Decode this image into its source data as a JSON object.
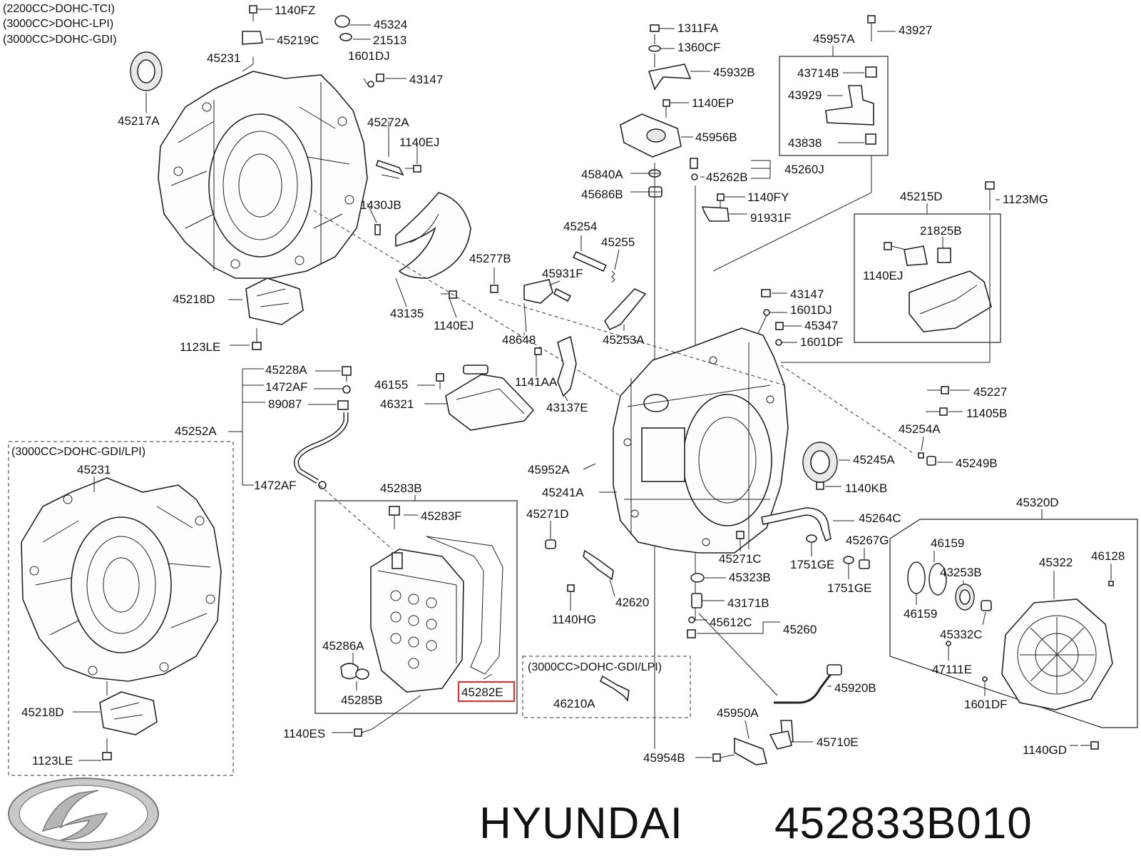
{
  "notes": {
    "engine1": "(2200CC>DOHC-TCI)",
    "engine2": "(3000CC>DOHC-LPI)",
    "engine3": "(3000CC>DOHC-GDI)",
    "variant_gdi_lpi": "(3000CC>DOHC-GDI/LPI)",
    "variant_small": "(3000CC>DOHC-GDI/LPI)"
  },
  "brand": "HYUNDAI",
  "part_number": "452833B010",
  "highlighted_label": "45282E",
  "labels": {
    "l1140FZ": "1140FZ",
    "l45324": "45324",
    "l45219C": "45219C",
    "l21513": "21513",
    "l45231a": "45231",
    "l1601DJa": "1601DJ",
    "l43147a": "43147",
    "l45217A": "45217A",
    "l45272A": "45272A",
    "l1140EJa": "1140EJ",
    "l1430JB": "1430JB",
    "l45218Da": "45218D",
    "l43135": "43135",
    "l1140EJb": "1140EJ",
    "l1123LEa": "1123LE",
    "l1311FA": "1311FA",
    "l1360CF": "1360CF",
    "l45932B": "45932B",
    "l1140EP": "1140EP",
    "l45956B": "45956B",
    "l45840A": "45840A",
    "l45262B": "45262B",
    "l45260J": "45260J",
    "l45686B": "45686B",
    "l1140FY": "1140FY",
    "l91931F": "91931F",
    "l45957A": "45957A",
    "l43927": "43927",
    "l43714B": "43714B",
    "l43929": "43929",
    "l43838": "43838",
    "l45215D": "45215D",
    "l1123MG": "1123MG",
    "l21825B": "21825B",
    "l1140EJc": "1140EJ",
    "l45254": "45254",
    "l45255": "45255",
    "l45277B": "45277B",
    "l45931F": "45931F",
    "l48648": "48648",
    "l45253A": "45253A",
    "l43147b": "43147",
    "l1601DJb": "1601DJ",
    "l45347": "45347",
    "l1601DF": "1601DF",
    "l45228A": "45228A",
    "l1472AFa": "1472AF",
    "l89087": "89087",
    "l45252A": "45252A",
    "l1472AFb": "1472AF",
    "l46155": "46155",
    "l46321": "46321",
    "l1141AA": "1141AA",
    "l43137E": "43137E",
    "l45227": "45227",
    "l11405B": "11405B",
    "l45254A": "45254A",
    "l45249B": "45249B",
    "l45245A": "45245A",
    "l45952A": "45952A",
    "l45241A": "45241A",
    "l1140KB": "1140KB",
    "l45264C": "45264C",
    "l45271D": "45271D",
    "l45267G": "45267G",
    "l45271C": "45271C",
    "l1751GEa": "1751GE",
    "l1751GEb": "1751GE",
    "l45323B": "45323B",
    "l42620": "42620",
    "l1140HG": "1140HG",
    "l43171B": "43171B",
    "l45612C": "45612C",
    "l45260": "45260",
    "l45283B": "45283B",
    "l45283F": "45283F",
    "l45286A": "45286A",
    "l45285B": "45285B",
    "l1140ES": "1140ES",
    "l46210A": "46210A",
    "l45231b": "45231",
    "l45218Db": "45218D",
    "l1123LEb": "1123LE",
    "l45320D": "45320D",
    "l46159a": "46159",
    "l46128": "46128",
    "l45322": "45322",
    "l43253B": "43253B",
    "l46159b": "46159",
    "l45332C": "45332C",
    "l47111E": "47111E",
    "l1601DF2": "1601DF",
    "l1140GD": "1140GD",
    "l45920B": "45920B",
    "l45950A": "45950A",
    "l45710E": "45710E",
    "l45954B": "45954B"
  },
  "icons": {
    "logo": "hyundai-logo"
  }
}
